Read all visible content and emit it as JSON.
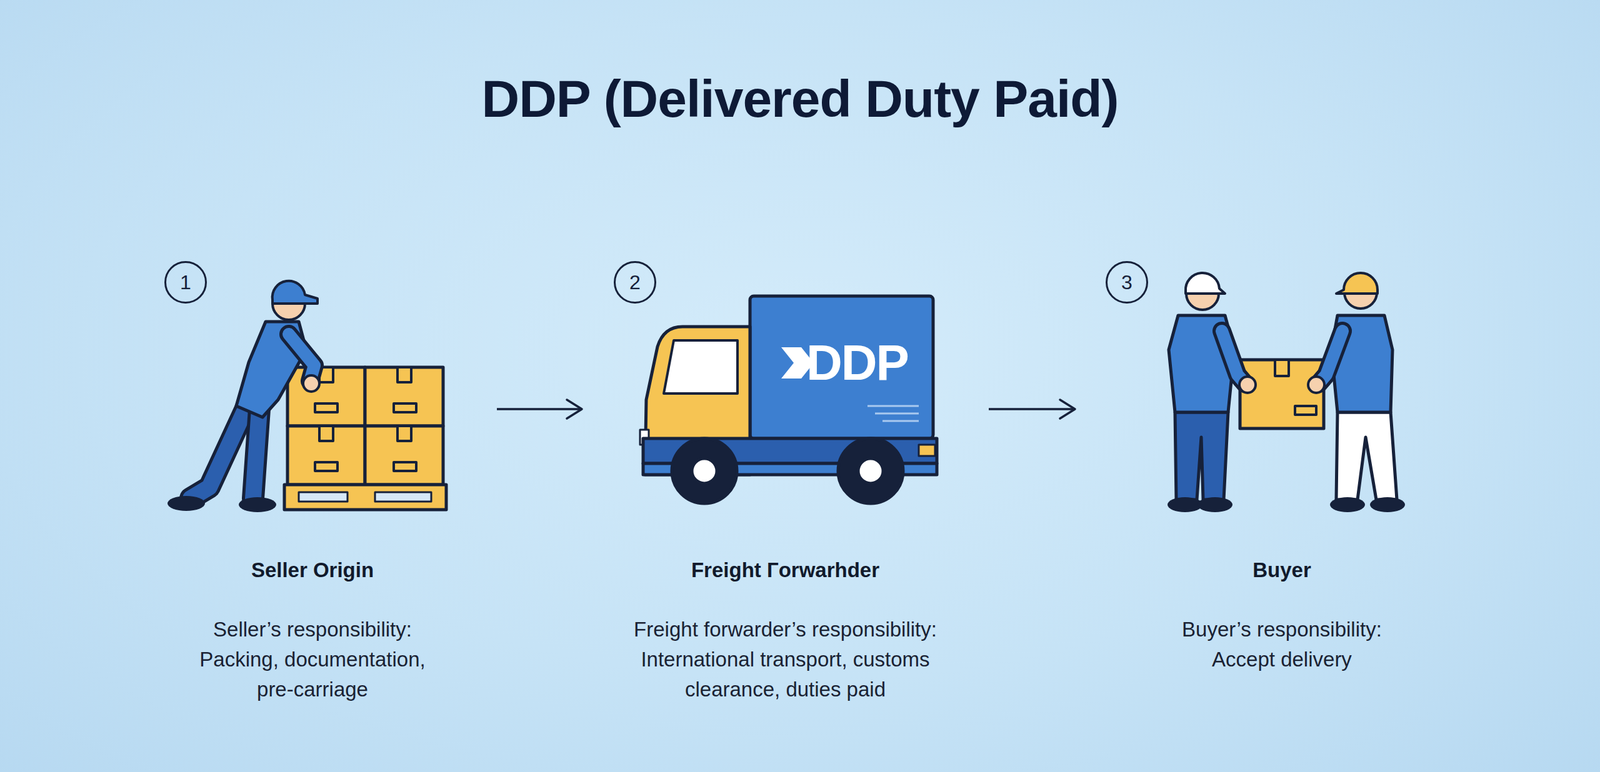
{
  "diagram": {
    "title": "DDP (Delivered Duty Paid)",
    "nodes": [
      {
        "text": [
          "Seller Origin",
          "Seller’s responsibility: Packing, documentation, pre-carriage"
        ]
      },
      {
        "text": [
          "Freight Гorwarhder",
          "Freight forwarder’s responsibility: International transport, customs clearance, duties paid"
        ]
      },
      {
        "text": [
          "Buyer",
          "Buyer’s responsibility: Accept delivery"
        ]
      }
    ],
    "edges": [
      {
        "from": 0,
        "to": 1,
        "arrow": "to"
      },
      {
        "from": 1,
        "to": 2,
        "arrow": "to"
      }
    ],
    "labels": [
      "1",
      "2",
      "3",
      "DDP"
    ]
  }
}
